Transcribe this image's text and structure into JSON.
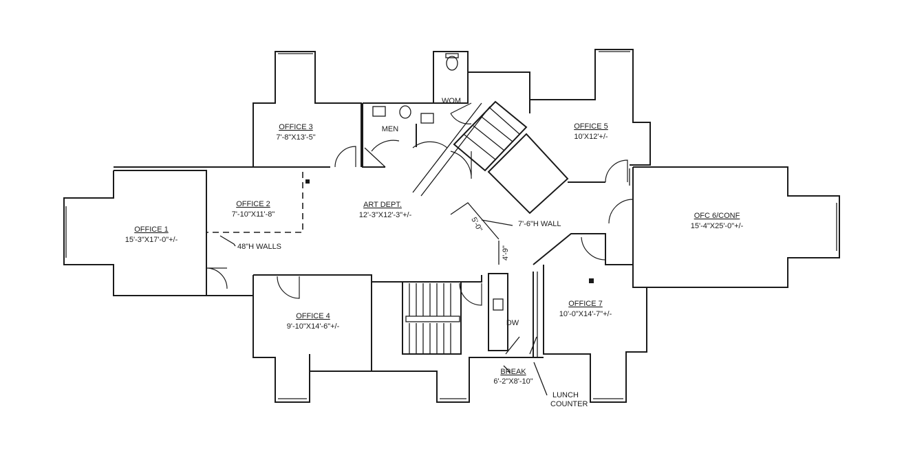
{
  "rooms": {
    "office1": {
      "name": "OFFICE 1",
      "size": "15'-3\"X17'-0\"+/-"
    },
    "office2": {
      "name": "OFFICE 2",
      "size": "7'-10\"X11'-8\""
    },
    "office3": {
      "name": "OFFICE 3",
      "size": "7'-8\"X13'-5\""
    },
    "office4": {
      "name": "OFFICE 4",
      "size": "9'-10\"X14'-6\"+/-"
    },
    "office5": {
      "name": "OFFICE 5",
      "size": "10'X12'+/-"
    },
    "office6": {
      "name": "OFC 6/CONF",
      "size": "15'-4\"X25'-0\"+/-"
    },
    "office7": {
      "name": "OFFICE 7",
      "size": "10'-0\"X14'-7\"+/-"
    },
    "art": {
      "name": "ART DEPT.",
      "size": "12'-3\"X12'-3\"+/-"
    },
    "break": {
      "name": "BREAK",
      "size": "6'-2\"X8'-10\""
    },
    "men": {
      "name": "MEN"
    },
    "wom": {
      "name": "WOM"
    },
    "dw": {
      "name": "DW"
    }
  },
  "notes": {
    "walls48": "48\"H WALLS",
    "wall76": "7'-6\"H WALL",
    "dim50": "5'-0\"",
    "dim49": "4'-9\"",
    "lunch1": "LUNCH",
    "lunch2": "COUNTER"
  }
}
